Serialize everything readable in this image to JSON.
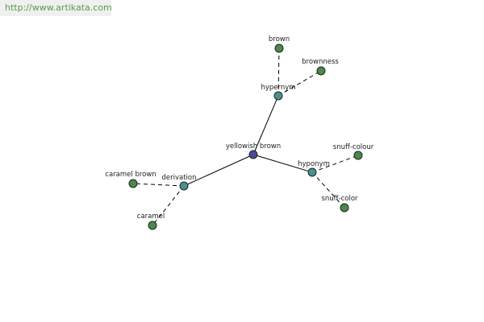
{
  "banner": {
    "url_text": "http://www.artikata.com"
  },
  "colors": {
    "center_node": "#4a4a9a",
    "relation_node": "#4a9090",
    "leaf_node": "#4a8a4a"
  },
  "graph": {
    "center": {
      "id": "center",
      "label": "yellowish brown",
      "kind": "center"
    },
    "relations": [
      {
        "id": "hypernym",
        "label": "hypernym",
        "kind": "relation"
      },
      {
        "id": "hyponym",
        "label": "hyponym",
        "kind": "relation"
      },
      {
        "id": "derivation",
        "label": "derivation",
        "kind": "relation"
      }
    ],
    "leaves": [
      {
        "id": "brown",
        "label": "brown",
        "relation": "hypernym",
        "kind": "leaf"
      },
      {
        "id": "brownness",
        "label": "brownness",
        "relation": "hypernym",
        "kind": "leaf"
      },
      {
        "id": "snuff-colour",
        "label": "snuff-colour",
        "relation": "hyponym",
        "kind": "leaf"
      },
      {
        "id": "snuff-color",
        "label": "snuff-color",
        "relation": "hyponym",
        "kind": "leaf"
      },
      {
        "id": "caramel-brown",
        "label": "caramel brown",
        "relation": "derivation",
        "kind": "leaf"
      },
      {
        "id": "caramel",
        "label": "caramel",
        "relation": "derivation",
        "kind": "leaf"
      }
    ]
  }
}
